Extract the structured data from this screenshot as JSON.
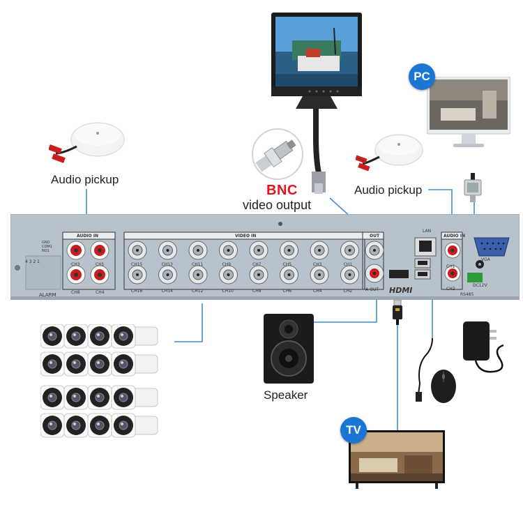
{
  "labels": {
    "audio_pickup_left": "Audio pickup",
    "audio_pickup_right": "Audio pickup",
    "bnc": "BNC",
    "video_output": "video output",
    "speaker": "Speaker",
    "pc": "PC",
    "tv": "TV"
  },
  "panel": {
    "audio_in": "AUDIO IN",
    "video_in": "VIDEO IN",
    "out": "OUT",
    "lan": "LAN",
    "audio_in_right": "AUDIO IN",
    "vga": "VGA",
    "hdmi": "HDMI",
    "alarm": "ALARM",
    "alarm_pins": "4 3 2 1",
    "alarm_terms": "GND COM1 NO1",
    "dc12v": "DC12V",
    "rs485": "RS485",
    "a_out": "A-OUT",
    "ch_audio": [
      "CH3",
      "CH1",
      "CH8",
      "CH4"
    ],
    "ch_video_top": [
      "CH15",
      "CH13",
      "CH11",
      "CH9",
      "CH7",
      "CH5",
      "CH3",
      "CH1"
    ],
    "ch_video_bottom": [
      "CH16",
      "CH14",
      "CH12",
      "CH10",
      "CH8",
      "CH6",
      "CH4",
      "CH2"
    ],
    "ch_right": [
      "CH1",
      "CH2"
    ]
  },
  "colors": {
    "connector_line": "#3a8fd6",
    "dvr_panel": "#b7c2cc",
    "badge_blue": "#1a76d2",
    "bnc_red": "#e0141e"
  },
  "icons": [
    "microphone-icon",
    "monitor-icon",
    "bnc-connector-icon",
    "pc-monitor-icon",
    "vga-cable-icon",
    "camera-icon",
    "speaker-icon",
    "usb-mouse-icon",
    "power-adapter-icon",
    "tv-icon"
  ]
}
